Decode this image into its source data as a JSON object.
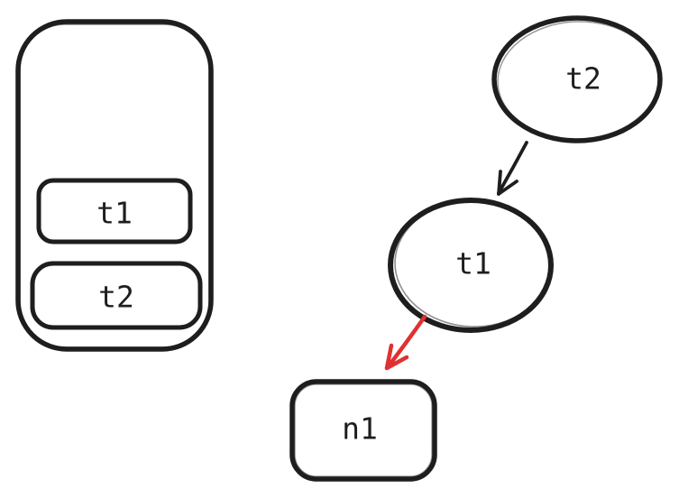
{
  "colors": {
    "stroke": "#1e1e1e",
    "red_accent": "#e03131",
    "background": "#ffffff"
  },
  "left_group": {
    "description": "container box holding two stacked rounded boxes",
    "items": [
      {
        "label": "t1"
      },
      {
        "label": "t2"
      }
    ]
  },
  "graph": {
    "nodes": [
      {
        "id": "t2",
        "shape": "ellipse",
        "label": "t2"
      },
      {
        "id": "t1",
        "shape": "ellipse",
        "label": "t1"
      },
      {
        "id": "n1",
        "shape": "rounded-rect",
        "label": "n1"
      }
    ],
    "edges": [
      {
        "from": "t2",
        "to": "t1",
        "color_key": "stroke"
      },
      {
        "from": "t1",
        "to": "n1",
        "color_key": "red_accent"
      }
    ]
  }
}
